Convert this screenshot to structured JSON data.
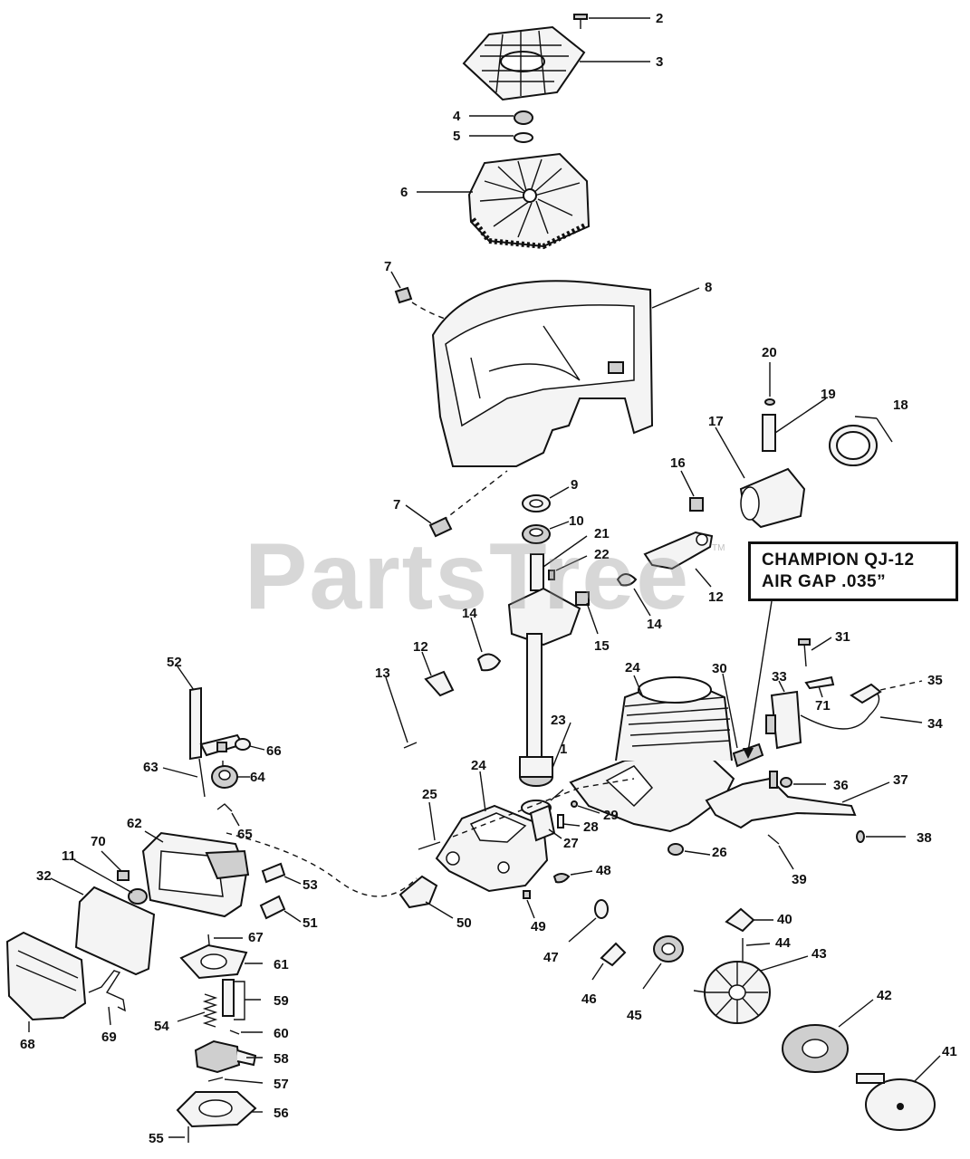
{
  "watermark": {
    "text": "PartsTree",
    "mark": "TM"
  },
  "note": {
    "line1": "CHAMPION QJ-12",
    "line2": "AIR GAP .035”"
  },
  "callouts": {
    "c1": "1",
    "c2": "2",
    "c3": "3",
    "c4": "4",
    "c5": "5",
    "c6": "6",
    "c7a": "7",
    "c7b": "7",
    "c8": "8",
    "c9": "9",
    "c10": "10",
    "c11": "11",
    "c12a": "12",
    "c12b": "12",
    "c13": "13",
    "c14a": "14",
    "c14b": "14",
    "c15": "15",
    "c16": "16",
    "c17": "17",
    "c18": "18",
    "c19": "19",
    "c20": "20",
    "c21": "21",
    "c22": "22",
    "c23": "23",
    "c24a": "24",
    "c24b": "24",
    "c25": "25",
    "c26": "26",
    "c27": "27",
    "c28": "28",
    "c29": "29",
    "c30": "30",
    "c31": "31",
    "c32": "32",
    "c33": "33",
    "c34": "34",
    "c35": "35",
    "c36": "36",
    "c37": "37",
    "c38": "38",
    "c39": "39",
    "c40": "40",
    "c41": "41",
    "c42": "42",
    "c43": "43",
    "c44": "44",
    "c45": "45",
    "c46": "46",
    "c47": "47",
    "c48": "48",
    "c49": "49",
    "c50": "50",
    "c51": "51",
    "c52": "52",
    "c53": "53",
    "c54": "54",
    "c55": "55",
    "c56": "56",
    "c57": "57",
    "c58": "58",
    "c59": "59",
    "c60": "60",
    "c61": "61",
    "c62": "62",
    "c63": "63",
    "c64": "64",
    "c65": "65",
    "c66": "66",
    "c67": "67",
    "c68": "68",
    "c69": "69",
    "c70": "70",
    "c71": "71"
  }
}
